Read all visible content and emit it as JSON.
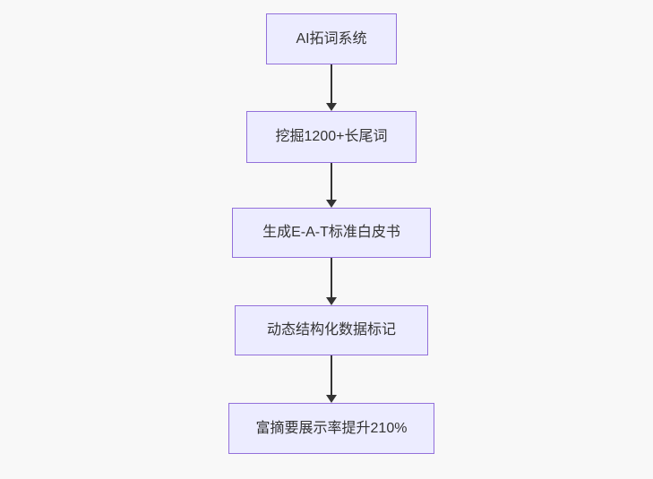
{
  "diagram": {
    "type": "flowchart",
    "direction": "top-down",
    "theme": {
      "canvas_bg": "#f8f8f8",
      "node_fill": "#ECECFF",
      "node_border": "#9370DB",
      "node_text": "#333333",
      "arrow_color": "#333333"
    },
    "nodes": [
      {
        "id": "A",
        "label": "AI拓词系统"
      },
      {
        "id": "B",
        "label": "挖掘1200+长尾词"
      },
      {
        "id": "C",
        "label": "生成E-A-T标准白皮书"
      },
      {
        "id": "D",
        "label": "动态结构化数据标记"
      },
      {
        "id": "E",
        "label": "富摘要展示率提升210%"
      }
    ],
    "edges": [
      {
        "from": "A",
        "to": "B"
      },
      {
        "from": "B",
        "to": "C"
      },
      {
        "from": "C",
        "to": "D"
      },
      {
        "from": "D",
        "to": "E"
      }
    ]
  }
}
